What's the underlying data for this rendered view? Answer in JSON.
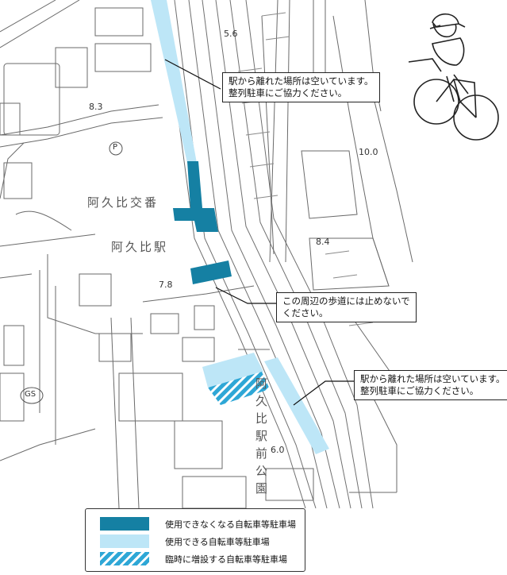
{
  "colors": {
    "unavailable": "#1580a3",
    "available": "#bde6f7",
    "temporary": "#2ea7d6",
    "line": "#6a6a6a",
    "text": "#111111"
  },
  "callouts": {
    "top": {
      "line1": "駅から離れた場所は空いています。",
      "line2": "整列駐車にご協力ください。"
    },
    "middle": {
      "line1": "この周辺の歩道には止めないで",
      "line2": "ください。"
    },
    "right": {
      "line1": "駅から離れた場所は空いています。",
      "line2": "整列駐車にご協力ください。"
    }
  },
  "map_labels": {
    "police_box": "阿久比交番",
    "station": "阿久比駅",
    "park": "阿久比駅前公園",
    "parking_symbol": "P",
    "gas_station": "GS",
    "elevations": [
      "5.6",
      "8.3",
      "10.0",
      "8.4",
      "7.8",
      "6.0"
    ]
  },
  "legend": {
    "items": [
      {
        "label": "使用できなくなる自転車等駐車場",
        "style": "unavailable"
      },
      {
        "label": "使用できる自転車等駐車場",
        "style": "available"
      },
      {
        "label": "臨時に増設する自転車等駐車場",
        "style": "temporary"
      }
    ]
  },
  "illustration": {
    "icon": "boy-on-bicycle-icon"
  }
}
